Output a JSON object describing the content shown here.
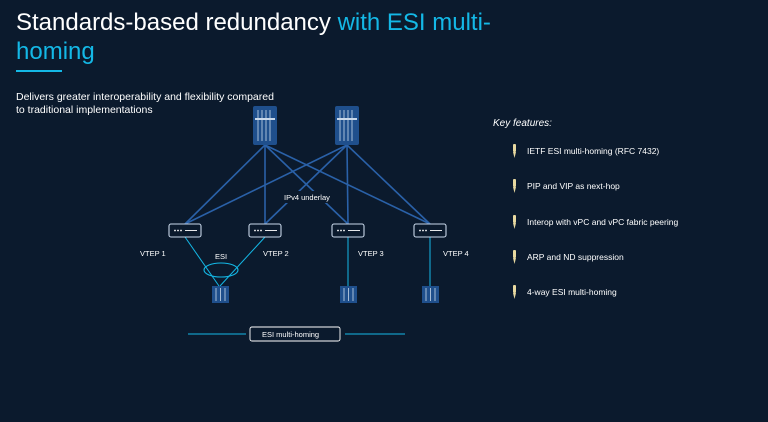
{
  "slide": {
    "title_main": "Standards-based redundancy ",
    "title_accent": "with ESI multi-homing",
    "subtitle": "Delivers greater interoperability and flexibility compared to traditional implementations"
  },
  "diagram": {
    "underlay_label": "IPv4 underlay",
    "esi_label": "ESI",
    "vteps": [
      "VTEP 1",
      "VTEP 2",
      "VTEP 3",
      "VTEP 4"
    ],
    "bottom_label": "ESI multi-homing"
  },
  "features": {
    "heading": "Key features:",
    "items": [
      "IETF ESI multi-homing (RFC 7432)",
      "PIP and VIP as next-hop",
      "Interop with vPC and vPC fabric peering",
      "ARP and ND suppression",
      "4-way ESI multi-homing"
    ]
  },
  "colors": {
    "background": "#0b1a2d",
    "accent": "#14b8e6",
    "link": "#2a61a8",
    "pin": "#e8d9a0"
  }
}
